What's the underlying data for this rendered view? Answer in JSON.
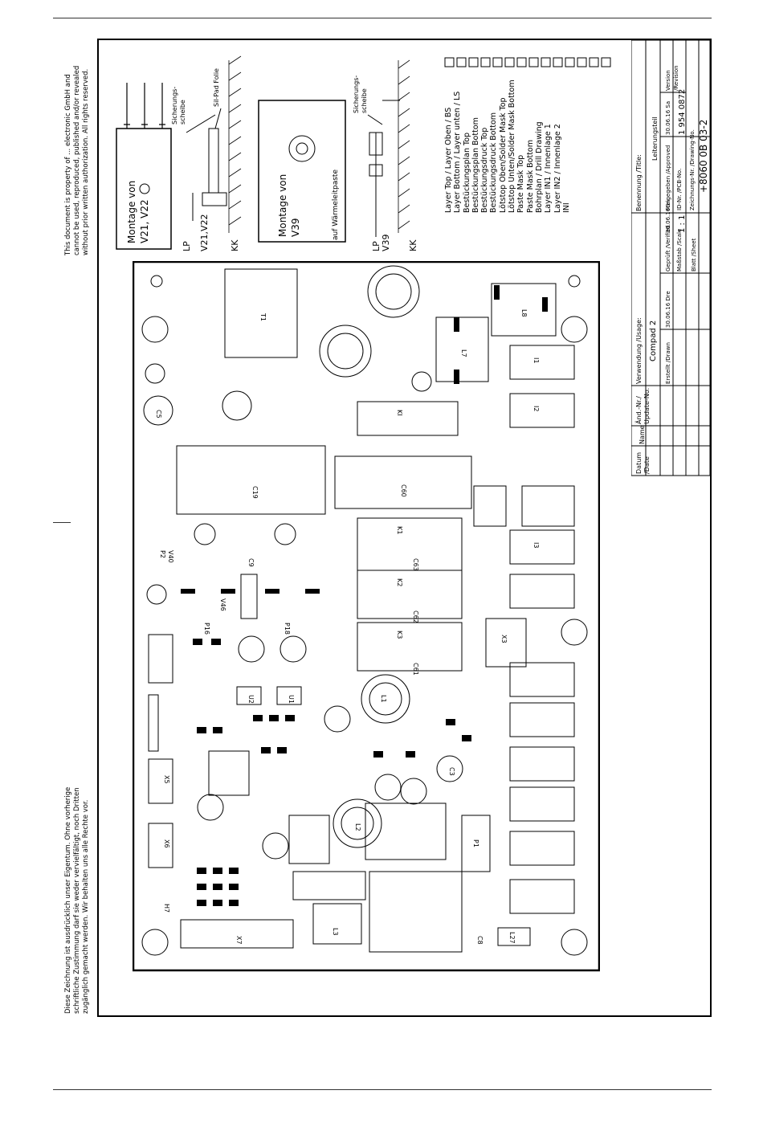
{
  "notice_en": [
    "This document is property of ... electronic GmbH and",
    "cannot be used, reproduced, published and/or revealed",
    "without prior written authorization. All rights reserved."
  ],
  "notice_de": [
    "Diese Zeichnung ist ausdrücklich unser Eigentum. Ohne vorherige",
    "schriftliche Zustimmung darf sie weder vervielfältigt, noch Dritten",
    "zugänglich gemacht werden. Wir behalten uns alle Rechte vor."
  ],
  "mount_v21": {
    "label_l1": "Montage von",
    "label_l2": "V21, V22",
    "sicherung": "Sicherungs-\nscheibe",
    "silpad": "Sil-Pad Folie",
    "lp": "LP",
    "parts": "V21,V22",
    "kk": "KK"
  },
  "mount_v39": {
    "label_l1": "Montage von",
    "label_l2": "V39",
    "paste": "auf Wärmeleitpaste",
    "sicherung": "Sicherungs-\nscheibe",
    "lp": "LP",
    "part": "V39",
    "kk": "KK"
  },
  "layers": [
    "Layer Top / Layer Oben / BS",
    "Layer Bottom / Layer unten / LS",
    "Bestückungsplan Top",
    "Bestückungsplan Bottom",
    "Bestückungsdruck Top",
    "Bestückungsdruck Bottom",
    "Lötstop Oben/Solder Mask Top",
    "Lötstop Unten/Solder Mask Bottom",
    "Paste Mask Top",
    "Paste Mask Bottom",
    "Bohrplan / Drill Drawing",
    "Layer IN1 / Innenlage 1",
    "Layer IN2 / Innenlage 2",
    "INI"
  ],
  "title_block": {
    "datum": "Datum\n/Date",
    "name": "Name",
    "aend": "Änd.-Nr./\nUpdate-No.",
    "verwendung": "Verwendung /Usage:",
    "verwendung_value": "Compad 2",
    "benennung": "Benennung /Title:",
    "benennung_value": "Leiterungsteil",
    "erstellt": "Erstellt /Drawn",
    "erstellt_value": "30.06.16 Dre",
    "geprueft": "Geprüft /Verified",
    "geprueft_value": "30.06.16Gn",
    "freigabe": "Freigegeben /Approved",
    "freigabe_value": "30.06.16 Sa",
    "version": "Version\n/Revision",
    "massstab": "Maßstab /Scale",
    "massstab_value": "1 : 1",
    "idnr": "ID-Nr. /PCB-No.",
    "idnr_value": "1 954 0872",
    "blatt": "Blatt /Sheet",
    "zeichnung": "Zeichnungs-Nr. /Drawing-No.",
    "zeichnung_value": "+8060 0B 03-2"
  },
  "pcb_labels": {
    "c19": "C19",
    "c60": "C60",
    "c61": "C61",
    "c62": "C62",
    "c63": "C63",
    "t1": "T1",
    "l7": "L7",
    "l8": "L8",
    "v40": "V40",
    "v46": "V46",
    "c9": "C9",
    "c8": "C8",
    "c5": "C5",
    "u1": "U1",
    "u2": "U2",
    "p18": "P18",
    "p16": "P16",
    "l1": "L1",
    "l2": "L2",
    "l3": "L3",
    "x5": "X5",
    "x6": "X6",
    "x7": "X7",
    "k1": "K1",
    "k2": "K2",
    "k3": "K3",
    "ki": "KI",
    "c3": "C3",
    "x3": "X3",
    "l27": "L27",
    "h7": "H7",
    "p1": "P1",
    "p2": "P2",
    "i1": "I1",
    "i2": "I2",
    "i3": "I3"
  }
}
